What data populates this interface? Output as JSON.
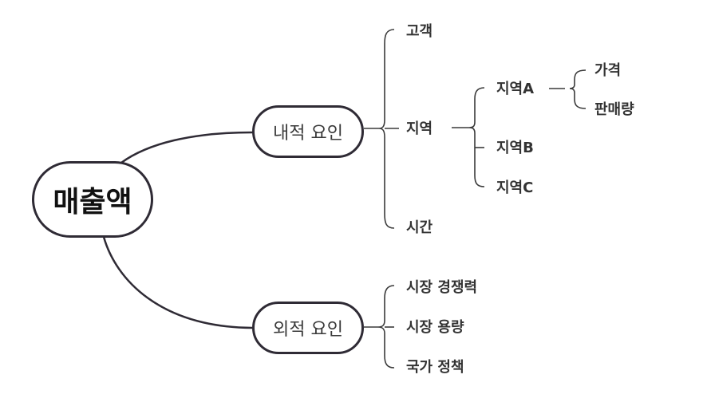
{
  "mindmap": {
    "root": "매출액",
    "internal": {
      "label": "내적 요인",
      "children": [
        "고객",
        "지역",
        "시간"
      ],
      "region": {
        "children": [
          "지역A",
          "지역B",
          "지역C"
        ],
        "region_a": {
          "children": [
            "가격",
            "판매량"
          ]
        }
      }
    },
    "external": {
      "label": "외적 요인",
      "children": [
        "시장 경쟁력",
        "시장 용량",
        "국가 정책"
      ]
    }
  }
}
